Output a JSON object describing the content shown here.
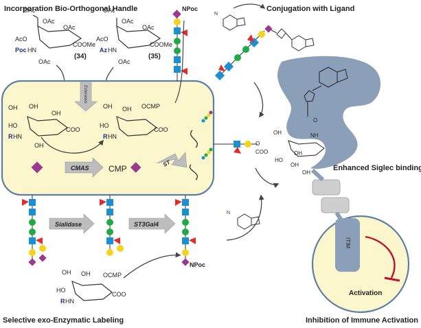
{
  "headings": {
    "top_left": "Incorporation Bio-Orthogonal Handle",
    "top_right": "Conjugation with Ligand",
    "mid_right": "Enhanced Siglec binding",
    "bottom_left": "Selective exo-Enzymatic Labeling",
    "bottom_right": "Inhibition of Immune Activation"
  },
  "compounds": {
    "c34": {
      "number": "(34)",
      "oac_top1": "OAc",
      "oac_top2": "OAc",
      "oac_left": "AcO",
      "oac_bottom": "OAc",
      "oac_ring": "OAc",
      "coome": "COOMe",
      "nh_prefix": "Poc",
      "nh": "HN"
    },
    "c35": {
      "number": "(35)",
      "oac_top1": "OAc",
      "oac_top2": "OAc",
      "oac_left": "AcO",
      "oac_bottom": "OAc",
      "oac_ring": "OAc",
      "coome": "COOMe",
      "nh_prefix": "Az",
      "nh": "HN"
    }
  },
  "cell": {
    "esterases": "Esterases",
    "oh1": "OH",
    "oh2": "OH",
    "oh3": "OH",
    "oh4": "OH",
    "ho": "HO",
    "r": "R",
    "hn": "HN",
    "coo": "COO",
    "oh5": "OH",
    "oh6": "OH",
    "ocmp": "OCMP",
    "ho2": "HO",
    "r2": "R",
    "hn2": "HN",
    "coo2": "COO",
    "cmas": "CMAS",
    "cmp": "CMP",
    "st": "ST"
  },
  "labels": {
    "npoc_top": "NPoc",
    "npoc_bottom": "NPoc",
    "sialidase": "Sialidase",
    "st3gal4": "ST3Gal4",
    "itim": "ITIM",
    "activation": "Activation",
    "n3": "N"
  },
  "cmp_bottom": {
    "oh1": "OH",
    "oh2": "OH",
    "ho": "HO",
    "r": "R",
    "hn": "HN",
    "ocmp": "OCMP",
    "coo": "COO"
  },
  "ligand": {
    "nh": "NH",
    "o": "O",
    "oh1": "OH",
    "oh2": "OH",
    "oh3": "OH",
    "oh4": "OH",
    "ho": "HO",
    "coo": "COO",
    "o2": "O"
  },
  "colors": {
    "cell_fill": "#fbf6cc",
    "cell_border": "#5b7fa9",
    "siglec": "#8ba0b8",
    "glcnac": "#1c8fd1",
    "mannose": "#1faa45",
    "galactose": "#f5d31a",
    "fucose": "#e52b28",
    "sialic": "#9b3a8b",
    "arrow_grey": "#bdbdbd"
  }
}
